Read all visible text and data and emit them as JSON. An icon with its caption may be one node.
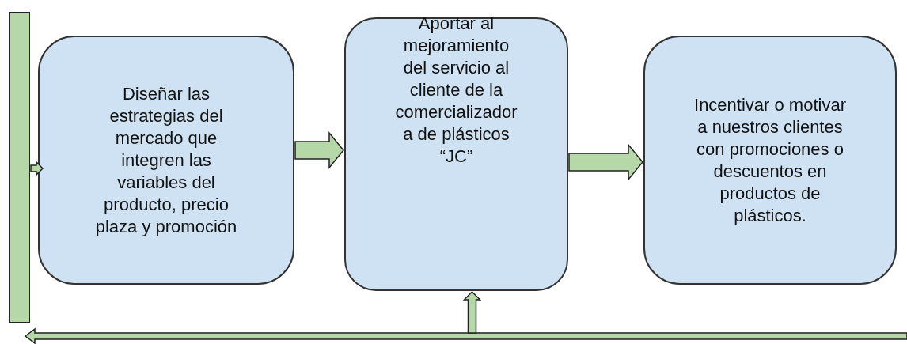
{
  "diagram": {
    "nodes": [
      {
        "text": [],
        "shape": "bar"
      },
      {
        "text": [
          "Diseñar las estrategias del mercado que integren las variables del producto, precio plaza y promoción"
        ]
      },
      {
        "text": [
          "Aportar al mejoramiento del servicio al cliente de la comercializadora de plásticos “JC”"
        ]
      },
      {
        "text": [
          "Incentivar o motivar a nuestros clientes con promociones o descuentos en productos de plásticos."
        ]
      }
    ],
    "edges": [
      {
        "from": 0,
        "to": 1,
        "arrow": "to"
      },
      {
        "from": 1,
        "to": 2,
        "arrow": "to"
      },
      {
        "from": 2,
        "to": 3,
        "arrow": "to"
      },
      {
        "from": null,
        "to": 2,
        "arrow": "to"
      }
    ]
  }
}
